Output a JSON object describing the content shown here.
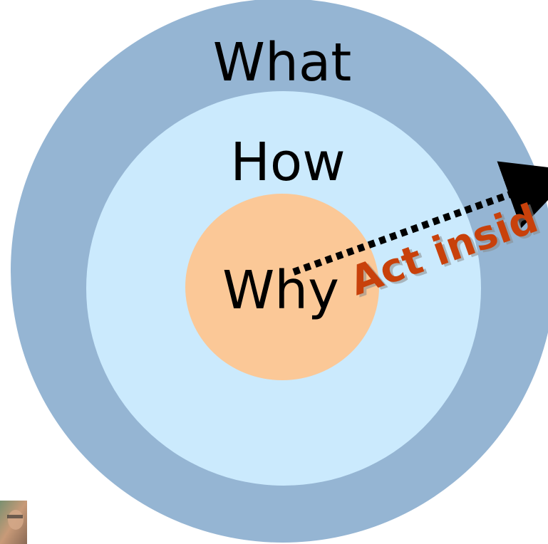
{
  "diagram": {
    "outer_ring": {
      "label": "What",
      "color": "#95b5d3"
    },
    "middle_ring": {
      "label": "How",
      "color": "#cbeafd"
    },
    "inner_core": {
      "label": "Why",
      "color": "#fbc897"
    },
    "arrow": {
      "label": "Act insid",
      "label_color": "#c8410b",
      "line_color": "#000000"
    }
  },
  "thumbnail": {
    "icon": "portrait-thumbnail-icon"
  }
}
